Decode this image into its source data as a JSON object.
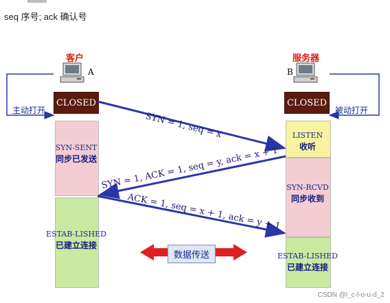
{
  "header": {
    "text": "seq  序号; ack  确认号"
  },
  "client": {
    "title": "客户",
    "letter": "A",
    "closed": "CLOSED",
    "open_label": "主动打开"
  },
  "server": {
    "title": "服务器",
    "letter": "B",
    "closed": "CLOSED",
    "open_label": "被动打开"
  },
  "client_states": [
    {
      "en": "SYN-SENT",
      "zh": "同步已发送"
    },
    {
      "en": "ESTAB-LISHED",
      "zh": "已建立连接"
    }
  ],
  "server_states": [
    {
      "en": "LISTEN",
      "zh": "收听"
    },
    {
      "en": "SYN-RCVD",
      "zh": "同步收到"
    },
    {
      "en": "ESTAB-LISHED",
      "zh": "已建立连接"
    }
  ],
  "messages": [
    "SYN = 1, seq = x",
    "SYN = 1, ACK = 1, seq = y, ack = x + 1",
    "ACK = 1, seq = x + 1, ack = y + 1"
  ],
  "data_transfer": "数据传送",
  "watermark": "CSDN @l_c-l-o-u-d_2",
  "colors": {
    "closed_bg": "#5a1b0c",
    "sent_bg": "#f4cdd3",
    "established_bg": "#c9eaa0",
    "listen_bg": "#f7f3a0",
    "rcvd_bg": "#f4cdd3",
    "arrow": "#2a35a8",
    "data_arrow": "#e02020"
  }
}
